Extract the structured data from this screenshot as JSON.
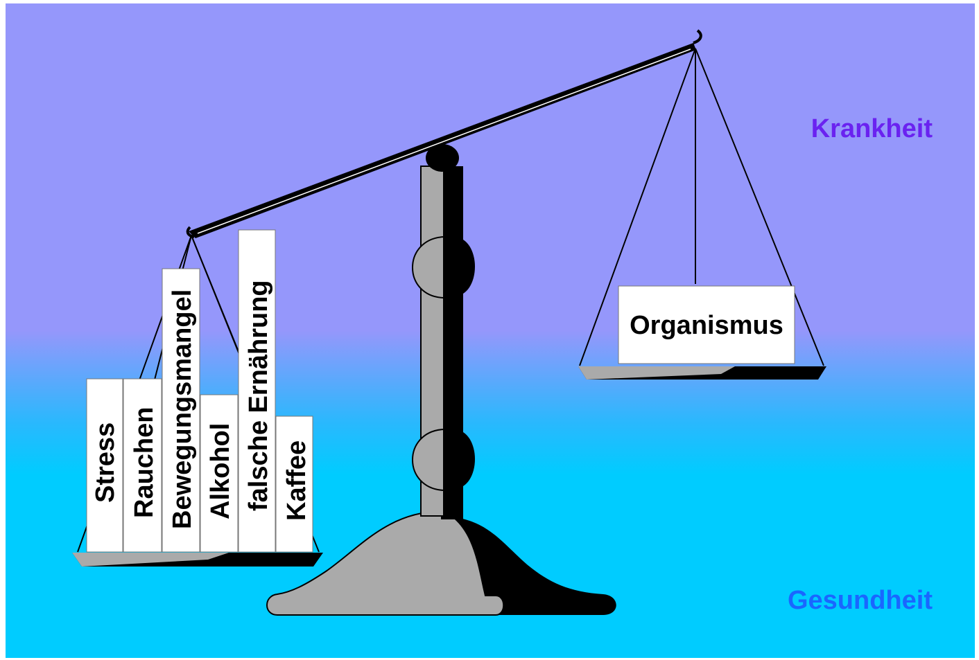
{
  "labels": {
    "top_pole": "Krankheit",
    "bottom_pole": "Gesundheit",
    "right_pan_item": "Organismus"
  },
  "left_pan_items": [
    "Stress",
    "Rauchen",
    "Bewegungsmangel",
    "Alkohol",
    "falsche Ernährung",
    "Kaffee"
  ],
  "colors": {
    "background_top": "#9597fb",
    "background_bottom": "#00ccff",
    "krankheit_text": "#6a22f0",
    "gesundheit_text": "#1a66ff",
    "scale_light": "#aaaaaa",
    "scale_dark": "#000000",
    "block_fill": "#ffffff"
  },
  "icons": {
    "balance": "balance-scale-icon"
  }
}
